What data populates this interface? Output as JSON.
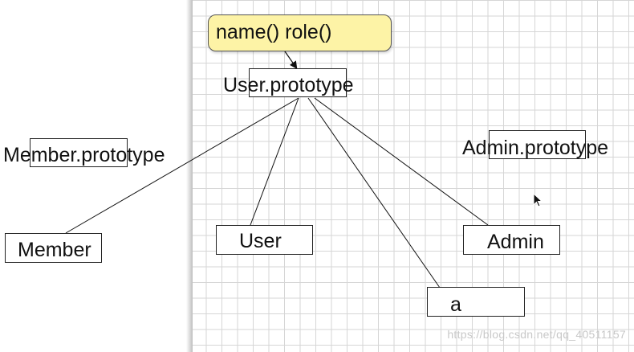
{
  "methods_note": {
    "text": "name()  role()"
  },
  "nodes": {
    "user_prototype": "User.prototype",
    "member_prototype": "Member.prototype",
    "admin_prototype": "Admin.prototype",
    "member": "Member",
    "user": "User",
    "admin": "Admin",
    "a": "a"
  },
  "watermark": "https://blog.csdn.net/qq_40511157",
  "colors": {
    "note_fill": "#fdf3a6",
    "grid_line": "#d6d6d6"
  },
  "icons": {
    "cursor": "mouse-pointer-icon"
  }
}
